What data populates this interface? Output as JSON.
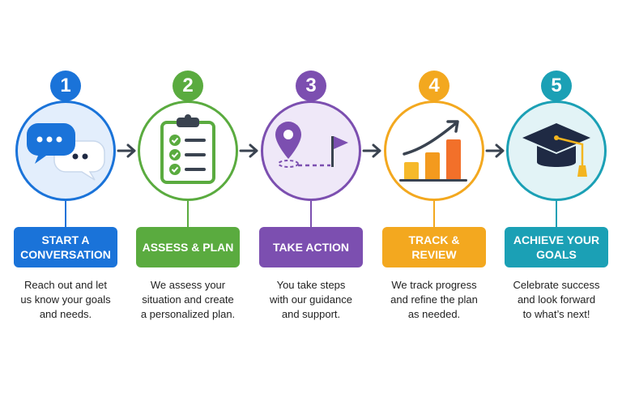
{
  "colors": {
    "blue": "#1a73d9",
    "green": "#5aab3f",
    "purple": "#7c4fb0",
    "orange": "#f3a81f",
    "teal": "#1ba0b5",
    "arrow": "#3a4350"
  },
  "steps": [
    {
      "number": "1",
      "title": "START A CONVERSATION",
      "icon": "chat-bubbles-icon",
      "description": [
        "Reach out and let",
        "us know your goals",
        "and needs."
      ]
    },
    {
      "number": "2",
      "title": "ASSESS & PLAN",
      "icon": "clipboard-checklist-icon",
      "description": [
        "We assess your",
        "situation and create",
        "a personalized plan."
      ]
    },
    {
      "number": "3",
      "title": "TAKE ACTION",
      "icon": "location-pin-flag-icon",
      "description": [
        "You take steps",
        "with our guidance",
        "and support."
      ]
    },
    {
      "number": "4",
      "title": "TRACK & REVIEW",
      "icon": "rising-bar-chart-icon",
      "description": [
        "We track progress",
        "and refine the plan",
        "as needed."
      ]
    },
    {
      "number": "5",
      "title": "ACHIEVE YOUR GOALS",
      "icon": "graduation-cap-icon",
      "description": [
        "Celebrate success",
        "and look forward",
        "to what’s next!"
      ]
    }
  ]
}
